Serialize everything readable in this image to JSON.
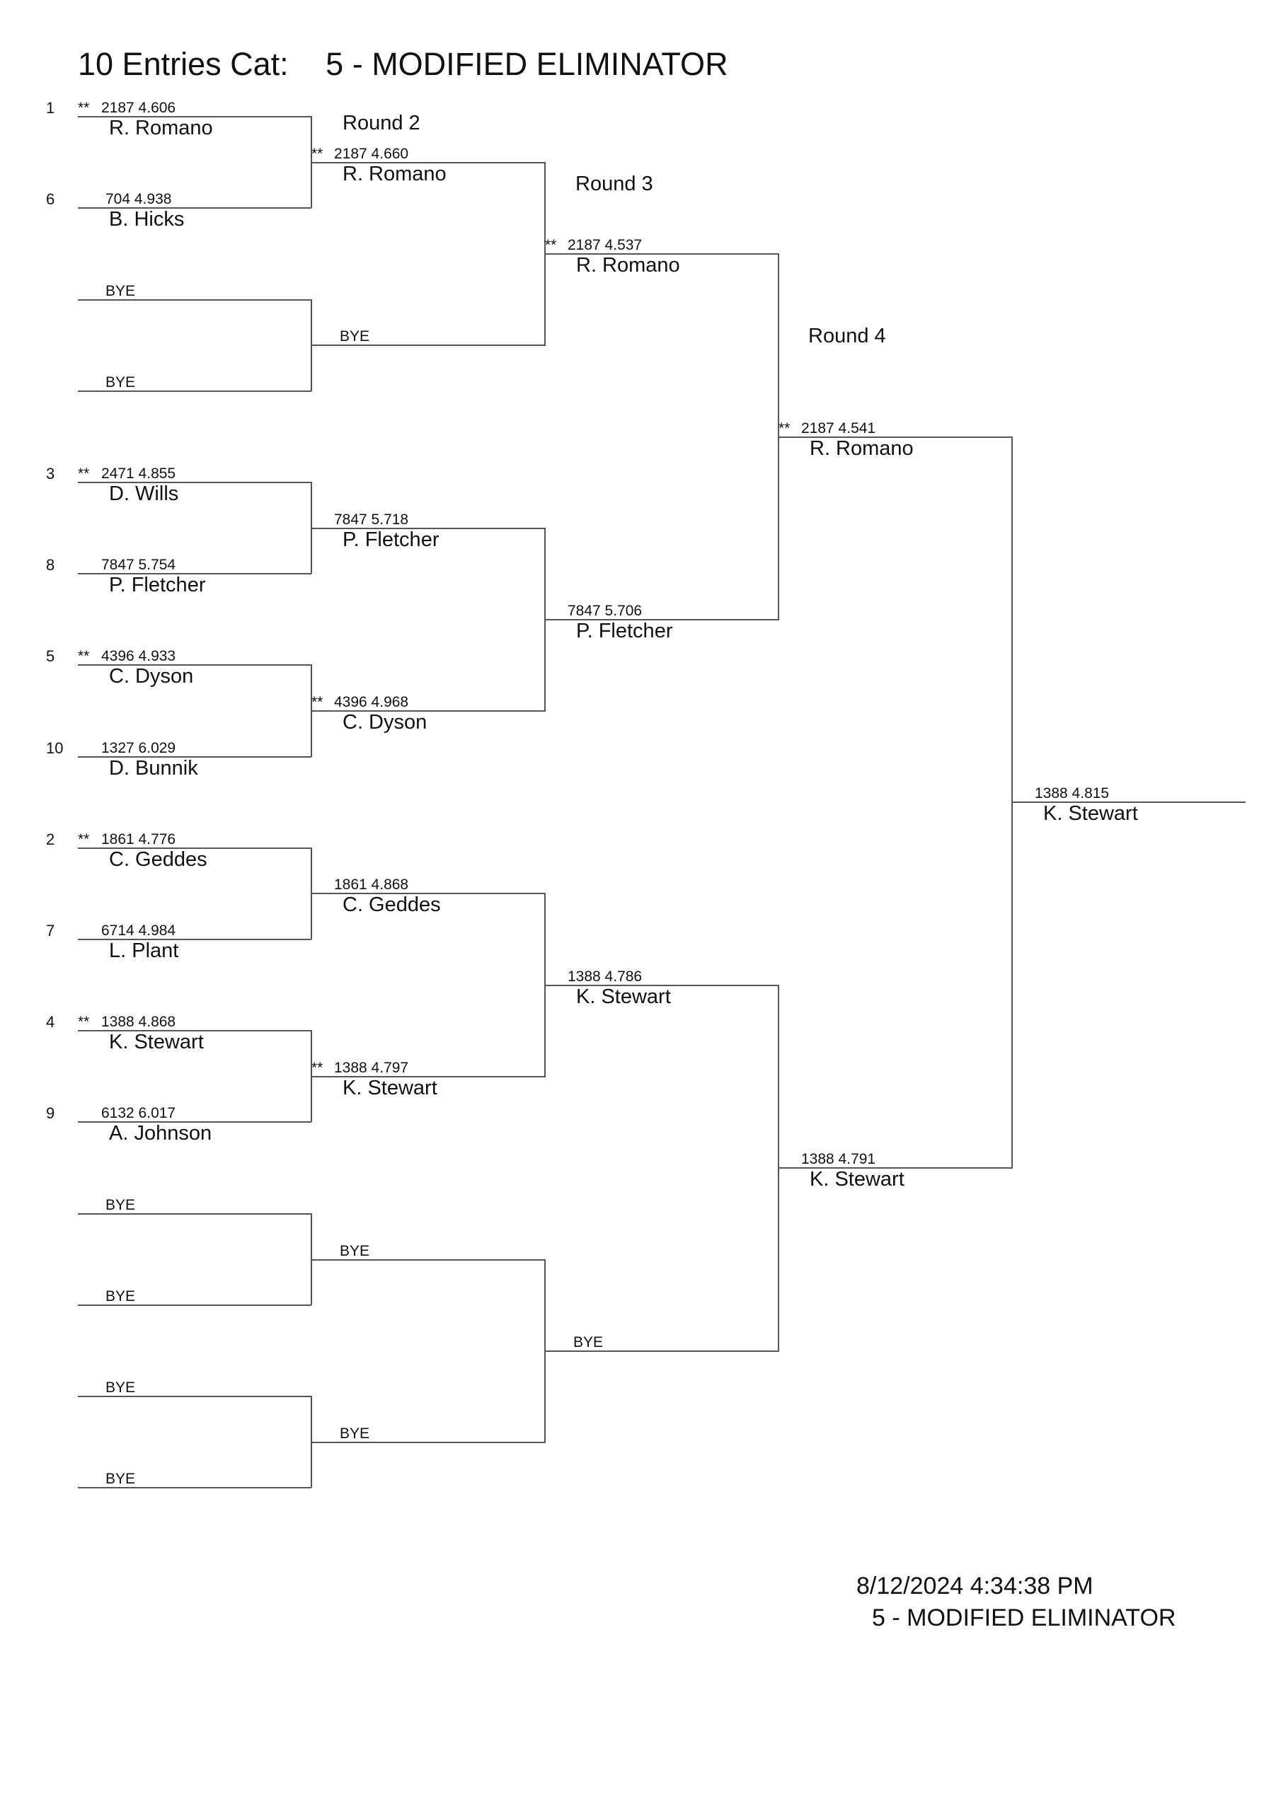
{
  "header": {
    "entries": "10 Entries Cat:",
    "category": "5 - MODIFIED ELIMINATOR"
  },
  "rounds": {
    "r2": "Round 2",
    "r3": "Round 3",
    "r4": "Round 4"
  },
  "round1": {
    "m1": {
      "top": {
        "seed": "1",
        "marker": "**",
        "stat": "2187  4.606",
        "name": "R. Romano"
      },
      "bottom": {
        "seed": "6",
        "stat": "704  4.938",
        "name": "B. Hicks"
      }
    },
    "m2": {
      "top": {
        "bye": "BYE"
      },
      "bottom": {
        "bye": "BYE"
      }
    },
    "m3": {
      "top": {
        "seed": "3",
        "marker": "**",
        "stat": "2471  4.855",
        "name": "D. Wills"
      },
      "bottom": {
        "seed": "8",
        "stat": "7847  5.754",
        "name": "P. Fletcher"
      }
    },
    "m4": {
      "top": {
        "seed": "5",
        "marker": "**",
        "stat": "4396  4.933",
        "name": "C. Dyson"
      },
      "bottom": {
        "seed": "10",
        "stat": "1327  6.029",
        "name": "D. Bunnik"
      }
    },
    "m5": {
      "top": {
        "seed": "2",
        "marker": "**",
        "stat": "1861  4.776",
        "name": "C. Geddes"
      },
      "bottom": {
        "seed": "7",
        "stat": "6714  4.984",
        "name": "L. Plant"
      }
    },
    "m6": {
      "top": {
        "seed": "4",
        "marker": "**",
        "stat": "1388  4.868",
        "name": "K. Stewart"
      },
      "bottom": {
        "seed": "9",
        "stat": "6132  6.017",
        "name": "A. Johnson"
      }
    },
    "m7": {
      "top": {
        "bye": "BYE"
      },
      "bottom": {
        "bye": "BYE"
      }
    },
    "m8": {
      "top": {
        "bye": "BYE"
      },
      "bottom": {
        "bye": "BYE"
      }
    }
  },
  "round2": {
    "w1": {
      "marker": "**",
      "stat": "2187  4.660",
      "name": "R. Romano"
    },
    "w2": {
      "bye": "BYE"
    },
    "w3": {
      "stat": "7847  5.718",
      "name": "P. Fletcher"
    },
    "w4": {
      "marker": "**",
      "stat": "4396  4.968",
      "name": "C. Dyson"
    },
    "w5": {
      "stat": "1861  4.868",
      "name": "C. Geddes"
    },
    "w6": {
      "marker": "**",
      "stat": "1388  4.797",
      "name": "K. Stewart"
    },
    "w7": {
      "bye": "BYE"
    },
    "w8": {
      "bye": "BYE"
    }
  },
  "round3": {
    "w1": {
      "marker": "**",
      "stat": "2187  4.537",
      "name": "R. Romano"
    },
    "w2": {
      "stat": "7847  5.706",
      "name": "P. Fletcher"
    },
    "w3": {
      "stat": "1388  4.786",
      "name": "K. Stewart"
    },
    "w4": {
      "bye": "BYE"
    }
  },
  "round4": {
    "w1": {
      "marker": "**",
      "stat": "2187  4.541",
      "name": "R. Romano"
    },
    "w2": {
      "stat": "1388  4.791",
      "name": "K. Stewart"
    }
  },
  "final": {
    "stat": "1388  4.815",
    "name": "K. Stewart"
  },
  "footer": {
    "timestamp": "8/12/2024 4:34:38 PM",
    "category": "5 - MODIFIED ELIMINATOR"
  }
}
